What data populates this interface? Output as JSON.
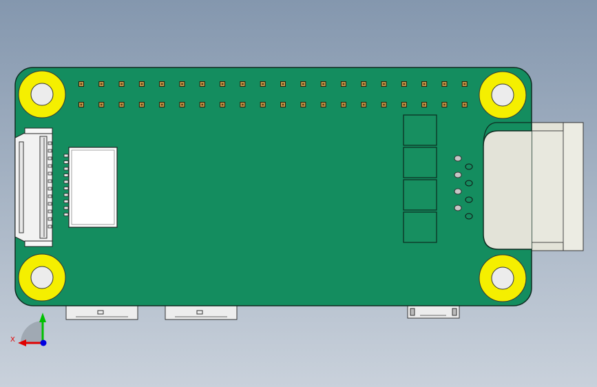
{
  "view": {
    "background_top": "#8497ae",
    "background_bottom": "#c9d1db"
  },
  "board": {
    "pcb_color": "#148d5f",
    "outline_color": "#0e2b20",
    "mounting_hole_pad_color": "#f5ef00",
    "mounting_hole_count": 4,
    "gpio_header": {
      "rows": 2,
      "pins_per_row": 20,
      "pad_color": "#c99b4c"
    },
    "fpc_connector": {
      "color": "#f2f2f2",
      "pins": 12
    },
    "chip": {
      "color": "#ffffff"
    },
    "smd_pads": {
      "count": 4
    },
    "test_points": {
      "count": 8,
      "filled_color": "#c6c6c6"
    },
    "sd_card_slot": {
      "color": "#e3e3d8"
    },
    "edge_connectors": {
      "count": 3,
      "color": "#ededed"
    }
  },
  "triad": {
    "x_label": "X",
    "x_color": "#e00000",
    "y_color": "#00c000",
    "z_color": "#0000e0"
  }
}
